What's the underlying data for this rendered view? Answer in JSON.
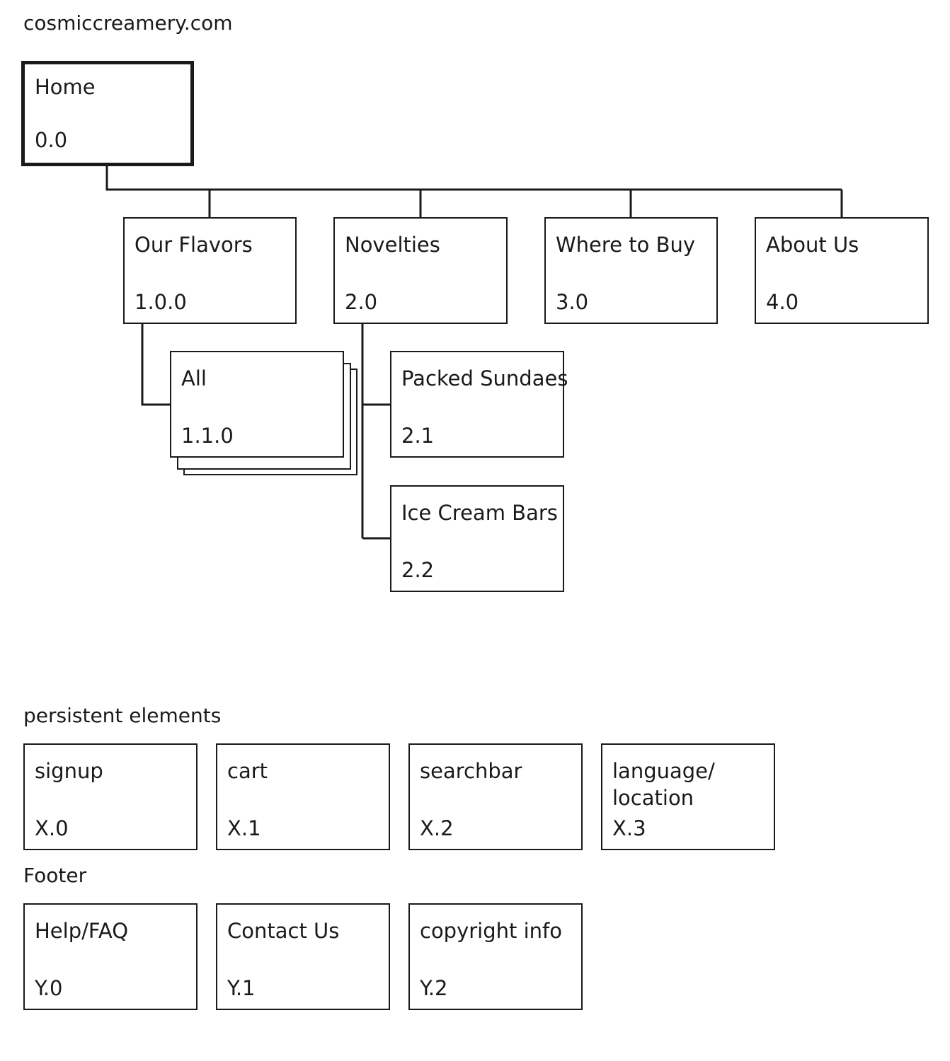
{
  "site": {
    "title": "cosmiccreamery.com"
  },
  "tree": {
    "home": {
      "label": "Home",
      "num": "0.0"
    },
    "level1": [
      {
        "label": "Our Flavors",
        "num": "1.0.0"
      },
      {
        "label": "Novelties",
        "num": "2.0"
      },
      {
        "label": "Where to Buy",
        "num": "3.0"
      },
      {
        "label": "About Us",
        "num": "4.0"
      }
    ],
    "flavors_children": [
      {
        "label": "All",
        "num": "1.1.0"
      }
    ],
    "novelties_children": [
      {
        "label": "Packed Sundaes",
        "num": "2.1"
      },
      {
        "label": "Ice Cream Bars",
        "num": "2.2"
      }
    ]
  },
  "persistent": {
    "title": "persistent elements",
    "items": [
      {
        "label": "signup",
        "num": "X.0"
      },
      {
        "label": "cart",
        "num": "X.1"
      },
      {
        "label": "searchbar",
        "num": "X.2"
      },
      {
        "label": "language/ location",
        "num": "X.3"
      }
    ]
  },
  "footer": {
    "title": "Footer",
    "items": [
      {
        "label": "Help/FAQ",
        "num": "Y.0"
      },
      {
        "label": "Contact Us",
        "num": "Y.1"
      },
      {
        "label": "copyright info",
        "num": "Y.2"
      }
    ]
  }
}
